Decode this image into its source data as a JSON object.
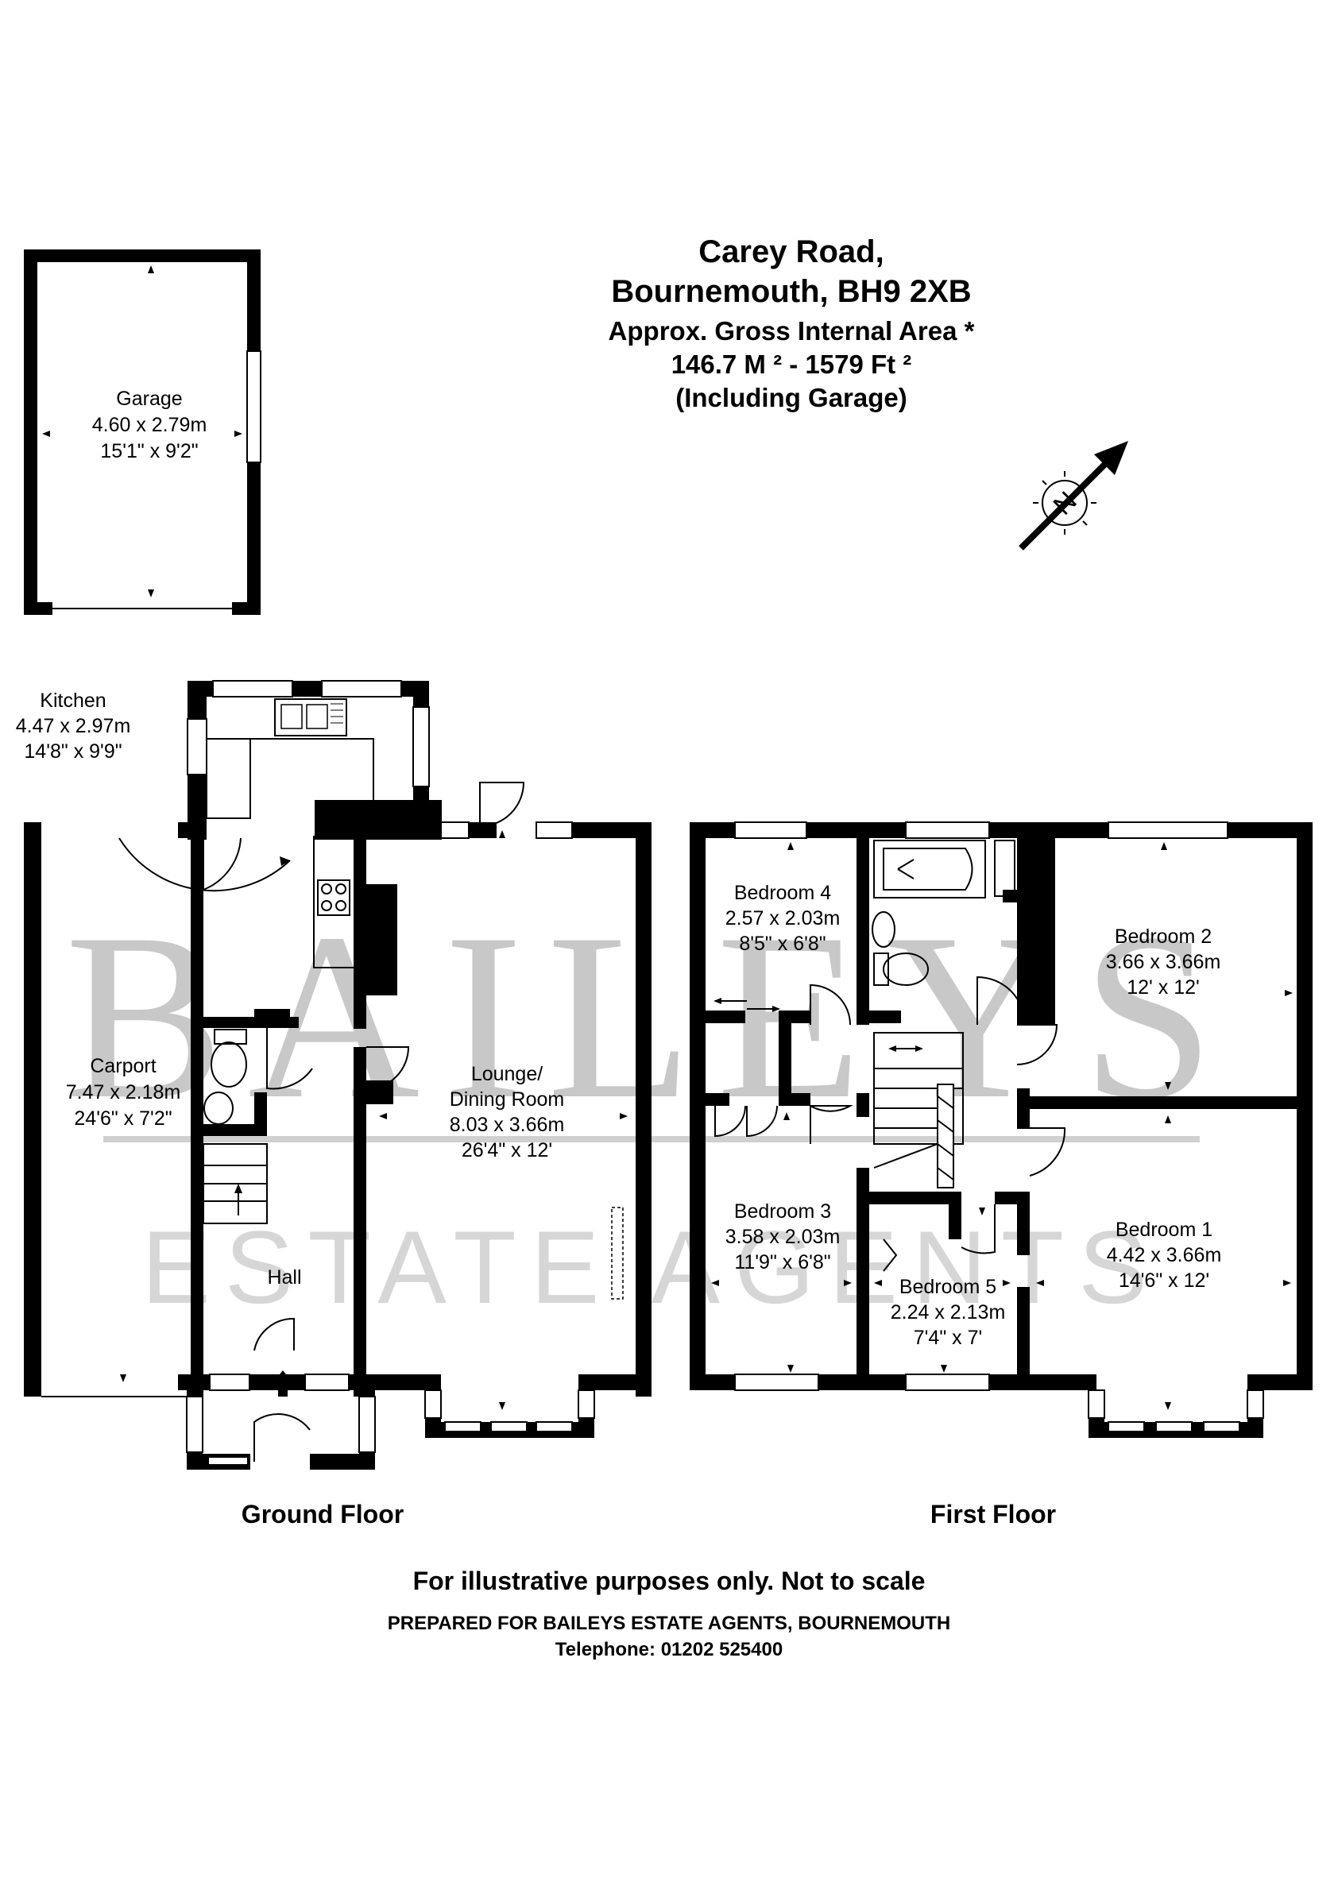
{
  "header": {
    "line1": "Carey Road,",
    "line2": "Bournemouth, BH9 2XB",
    "line3": "Approx. Gross Internal Area *",
    "line4": "146.7 M ² - 1579 Ft ²",
    "line5": "(Including Garage)"
  },
  "compass": {
    "icon": "compass-north-icon",
    "letter": "N"
  },
  "watermark": {
    "logo_text": "BAILEYS",
    "sub_text": "ESTATE AGENTS"
  },
  "rooms": {
    "garage": {
      "name": "Garage",
      "metric": "4.60 x 2.79m",
      "imperial": "15'1\" x 9'2\""
    },
    "kitchen": {
      "name": "Kitchen",
      "metric": "4.47 x 2.97m",
      "imperial": "14'8\" x 9'9\""
    },
    "carport": {
      "name": "Carport",
      "metric": "7.47 x 2.18m",
      "imperial": "24'6\" x 7'2\""
    },
    "lounge": {
      "name_line1": "Lounge/",
      "name_line2": "Dining Room",
      "metric": "8.03 x 3.66m",
      "imperial": "26'4\" x 12'"
    },
    "hall": {
      "name": "Hall"
    },
    "bedroom4": {
      "name": "Bedroom 4",
      "metric": "2.57 x 2.03m",
      "imperial": "8'5\" x 6'8\""
    },
    "bedroom2": {
      "name": "Bedroom 2",
      "metric": "3.66 x 3.66m",
      "imperial": "12' x 12'"
    },
    "bedroom3": {
      "name": "Bedroom 3",
      "metric": "3.58 x 2.03m",
      "imperial": "11'9\" x 6'8\""
    },
    "bedroom5": {
      "name": "Bedroom 5",
      "metric": "2.24 x 2.13m",
      "imperial": "7'4\" x 7'"
    },
    "bedroom1": {
      "name": "Bedroom 1",
      "metric": "4.42 x 3.66m",
      "imperial": "14'6\" x 12'"
    }
  },
  "floors": {
    "ground": "Ground Floor",
    "first": "First Floor"
  },
  "footer": {
    "disclaimer": "For illustrative purposes only. Not to scale",
    "prepared": "PREPARED FOR BAILEYS ESTATE AGENTS, BOURNEMOUTH",
    "telephone": "Telephone: 01202 525400"
  }
}
